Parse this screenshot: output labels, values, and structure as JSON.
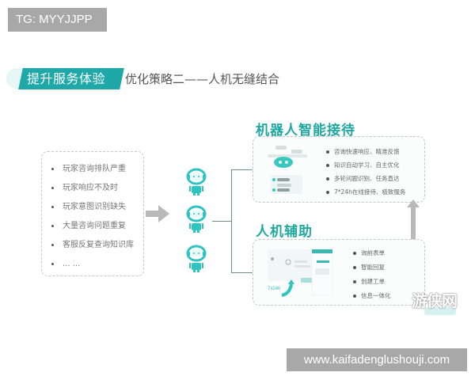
{
  "watermarks": {
    "top_label": "TG: MYYJJPP",
    "bottom_label": "www.kaifadenglushouji.com",
    "logo_text": "游侠网"
  },
  "header": {
    "tag_label": "提升服务体验",
    "subtitle": "优化策略二——人机无缝结合",
    "accent_color": "#1fa8a8"
  },
  "issues": {
    "items": [
      "玩家咨询排队严重",
      "玩家响应不及时",
      "玩家意图识别缺失",
      "大量咨询问题重复",
      "客服反复查询知识库",
      "... ..."
    ]
  },
  "robots": {
    "count": 3,
    "icon": "robot-icon",
    "color": "#2ec4c0"
  },
  "panels": {
    "robot_service": {
      "title": "机器人智能接待",
      "features": [
        "咨询快速响应、精准反馈",
        "知识自动学习、自主优化",
        "多轮问题识别、任务直达",
        "7*24h在线接待、极致服务"
      ]
    },
    "human_assist": {
      "title": "人机辅助",
      "illustration_badge": "7x24h",
      "features": [
        "询前表单",
        "智能回复",
        "创建工单",
        "信息一体化"
      ]
    }
  }
}
